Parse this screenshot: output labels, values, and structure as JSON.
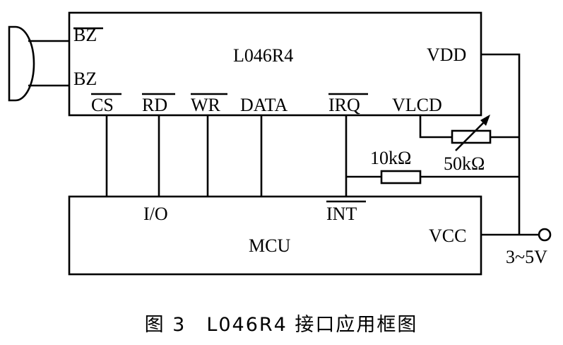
{
  "chip": {
    "name": "L046R4",
    "pins": {
      "bz_bar": "BZ",
      "bz": "BZ",
      "vdd": "VDD",
      "cs": "CS",
      "rd": "RD",
      "wr": "WR",
      "data": "DATA",
      "irq": "IRQ",
      "vlcd": "VLCD"
    }
  },
  "mcu": {
    "name": "MCU",
    "io": "I/O",
    "int": "INT",
    "vcc": "VCC"
  },
  "resistors": {
    "fixed": "10kΩ",
    "variable": "50kΩ"
  },
  "supply": "3~5V",
  "caption": "图 3　L046R4 接口应用框图"
}
